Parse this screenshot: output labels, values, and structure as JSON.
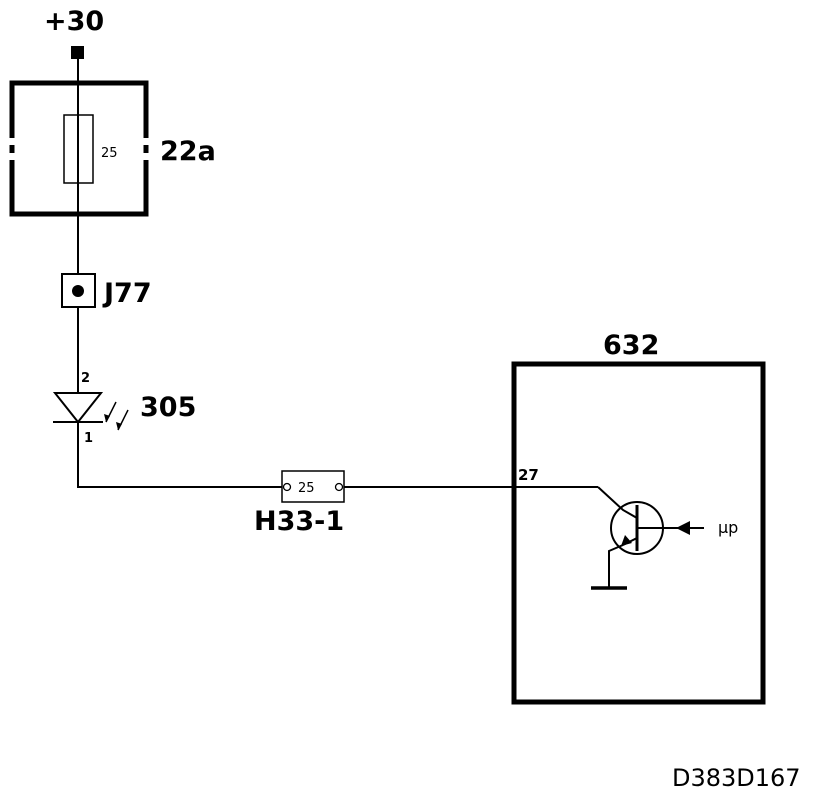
{
  "diagram": {
    "supply_label": "+30",
    "fuse": {
      "label": "22a",
      "rating": "25"
    },
    "connector": {
      "label": "J77"
    },
    "led": {
      "label": "305",
      "pin_top": "2",
      "pin_bottom": "1"
    },
    "terminal": {
      "label": "H33-1",
      "value": "25"
    },
    "module": {
      "label": "632",
      "pin": "27",
      "input_label": "μp"
    },
    "drawing_code": "D383D167"
  }
}
